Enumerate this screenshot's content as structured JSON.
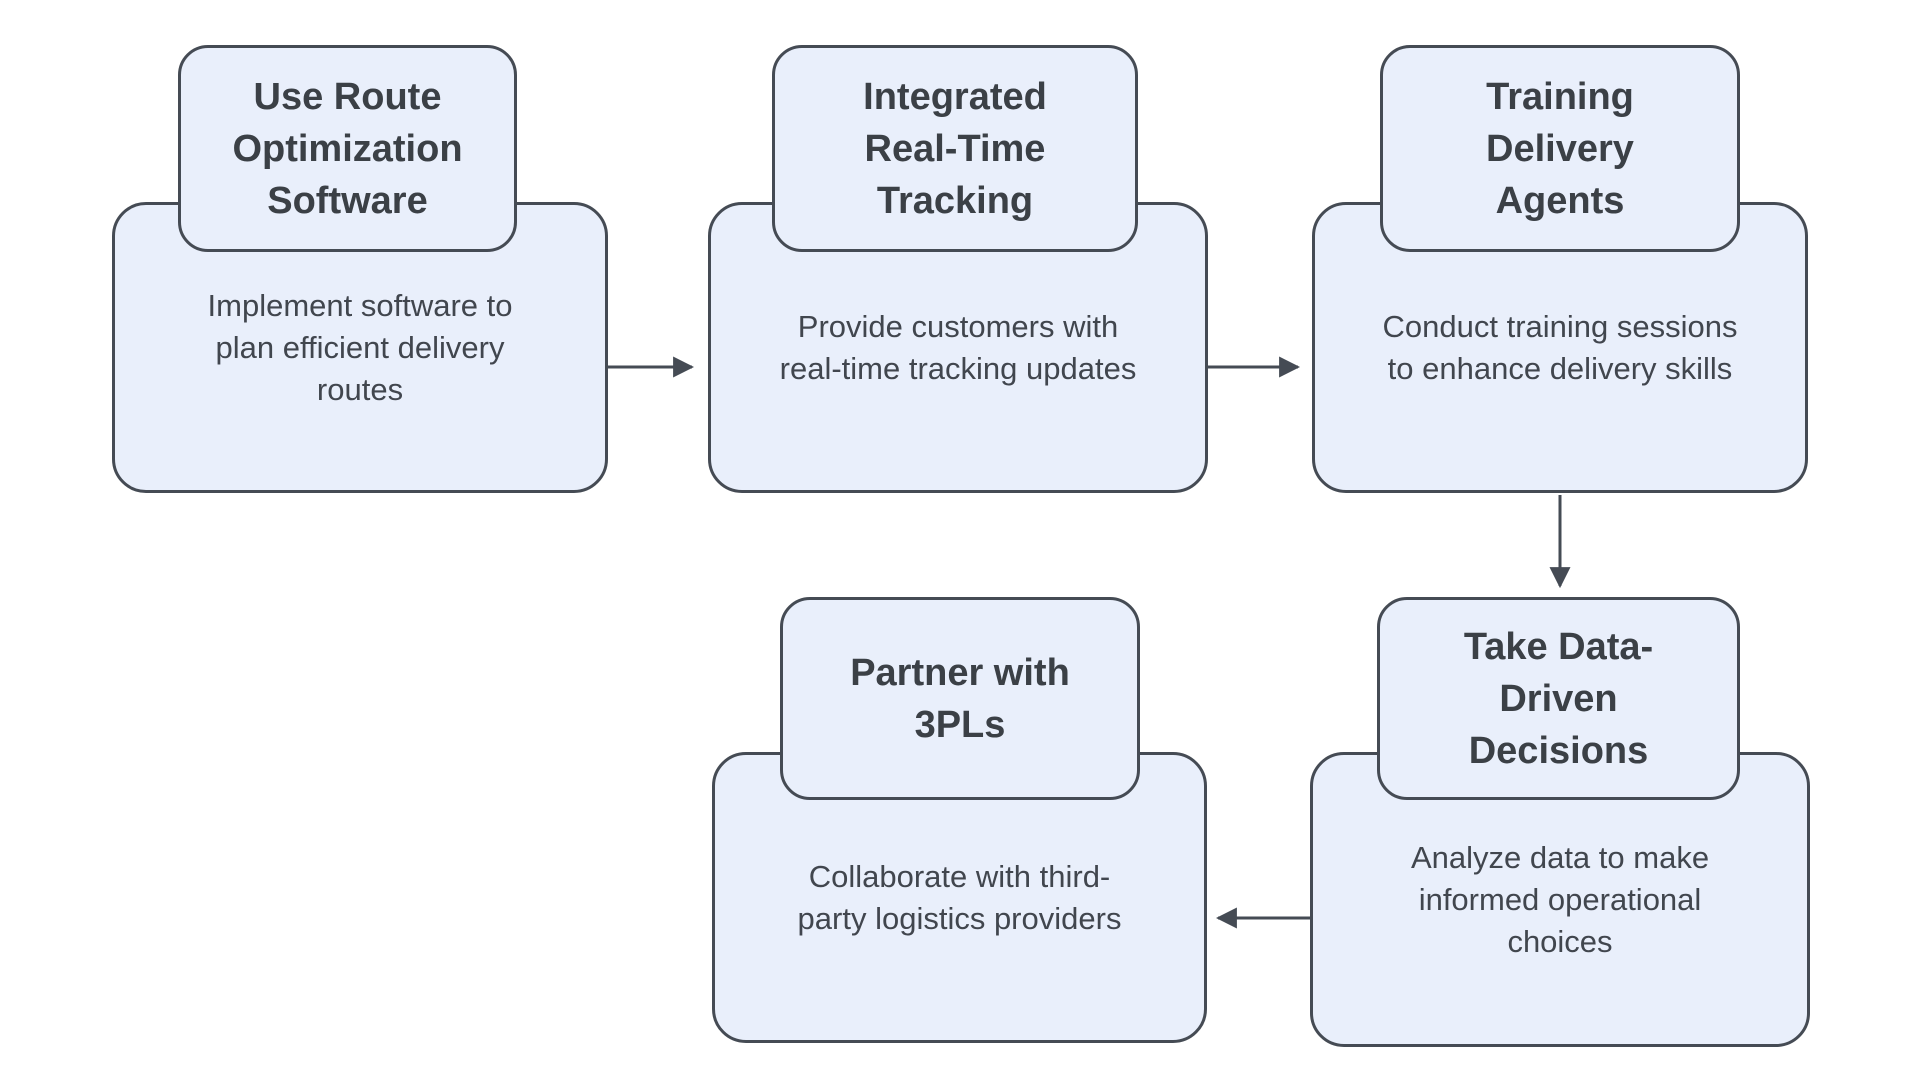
{
  "diagram": {
    "type": "flowchart",
    "nodes": [
      {
        "id": "route-optimization",
        "title": "Use Route\nOptimization\nSoftware",
        "description": "Implement software to\nplan efficient delivery\nroutes"
      },
      {
        "id": "real-time-tracking",
        "title": "Integrated\nReal-Time\nTracking",
        "description": "Provide customers with\nreal-time tracking updates"
      },
      {
        "id": "training-agents",
        "title": "Training\nDelivery\nAgents",
        "description": "Conduct training sessions\nto enhance delivery skills"
      },
      {
        "id": "data-driven-decisions",
        "title": "Take Data-\nDriven\nDecisions",
        "description": "Analyze data to make\ninformed operational\nchoices"
      },
      {
        "id": "partner-3pls",
        "title": "Partner with\n3PLs",
        "description": "Collaborate with third-\nparty logistics providers"
      }
    ],
    "edges": [
      {
        "from": "route-optimization",
        "to": "real-time-tracking",
        "direction": "right"
      },
      {
        "from": "real-time-tracking",
        "to": "training-agents",
        "direction": "right"
      },
      {
        "from": "training-agents",
        "to": "data-driven-decisions",
        "direction": "down"
      },
      {
        "from": "data-driven-decisions",
        "to": "partner-3pls",
        "direction": "left"
      }
    ]
  },
  "theme": {
    "background": "#ffffff",
    "card_fill": "#e9effb",
    "card_border": "#454b54",
    "title_color": "#3b4046",
    "body_color": "#41464e",
    "arrow_color": "#454b54"
  }
}
